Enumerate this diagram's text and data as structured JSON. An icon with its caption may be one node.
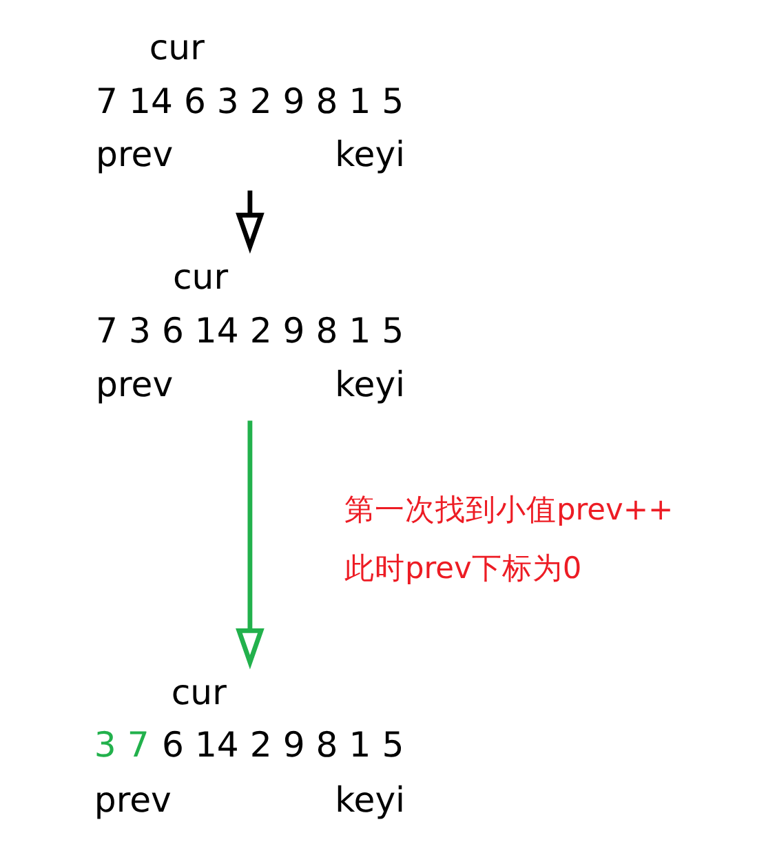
{
  "diagram": {
    "nodes": [
      {
        "text": [
          "7 14 6 3 2 9 8 1 5"
        ],
        "beside": [
          "cur",
          "prev",
          "keyi"
        ]
      },
      {
        "text": [
          "7 3 6 14 2 9 8 1 5"
        ],
        "beside": [
          "cur",
          "prev",
          "keyi"
        ]
      },
      {
        "text": [
          "3 7 6 14 2 9 8 1 5"
        ],
        "beside": [
          "cur",
          "prev",
          "keyi"
        ]
      }
    ],
    "edges": [
      {
        "from": 0,
        "to": 1,
        "arrow": "to"
      },
      {
        "from": 1,
        "to": 2,
        "arrow": "to",
        "color": "#22b14c"
      }
    ],
    "labels": [
      "第一次找到小值prev++",
      "此时prev下标为0"
    ]
  }
}
